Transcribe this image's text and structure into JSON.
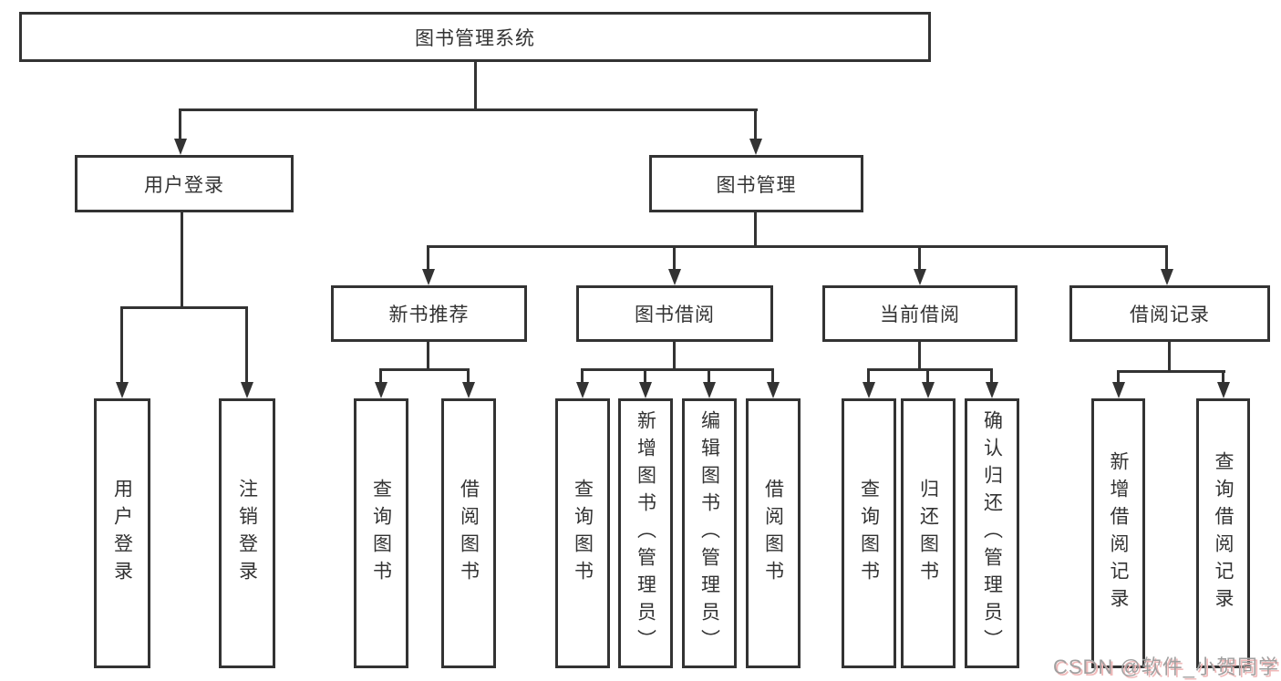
{
  "diagram": {
    "root": {
      "label": "图书管理系统",
      "children": [
        {
          "label": "用户登录",
          "children": [
            {
              "label": "用户登录"
            },
            {
              "label": "注销登录"
            }
          ]
        },
        {
          "label": "图书管理",
          "children": [
            {
              "label": "新书推荐",
              "children": [
                {
                  "label": "查询图书"
                },
                {
                  "label": "借阅图书"
                }
              ]
            },
            {
              "label": "图书借阅",
              "children": [
                {
                  "label": "查询图书"
                },
                {
                  "label": "新增图书（管理员）"
                },
                {
                  "label": "编辑图书（管理员）"
                },
                {
                  "label": "借阅图书"
                }
              ]
            },
            {
              "label": "当前借阅",
              "children": [
                {
                  "label": "查询图书"
                },
                {
                  "label": "归还图书"
                },
                {
                  "label": "确认归还（管理员）"
                }
              ]
            },
            {
              "label": "借阅记录",
              "children": [
                {
                  "label": "新增借阅记录"
                },
                {
                  "label": "查询借阅记录"
                }
              ]
            }
          ]
        }
      ]
    }
  },
  "watermark": {
    "text": "CSDN @软件_小贺同学"
  },
  "colors": {
    "background": "#ffffff",
    "box_border": "#333333",
    "box_fill": "#ffffff",
    "text": "#333333",
    "connector": "#333333",
    "watermark_text": "#a0a0a0",
    "watermark_shadow": "#f0b9b9"
  }
}
